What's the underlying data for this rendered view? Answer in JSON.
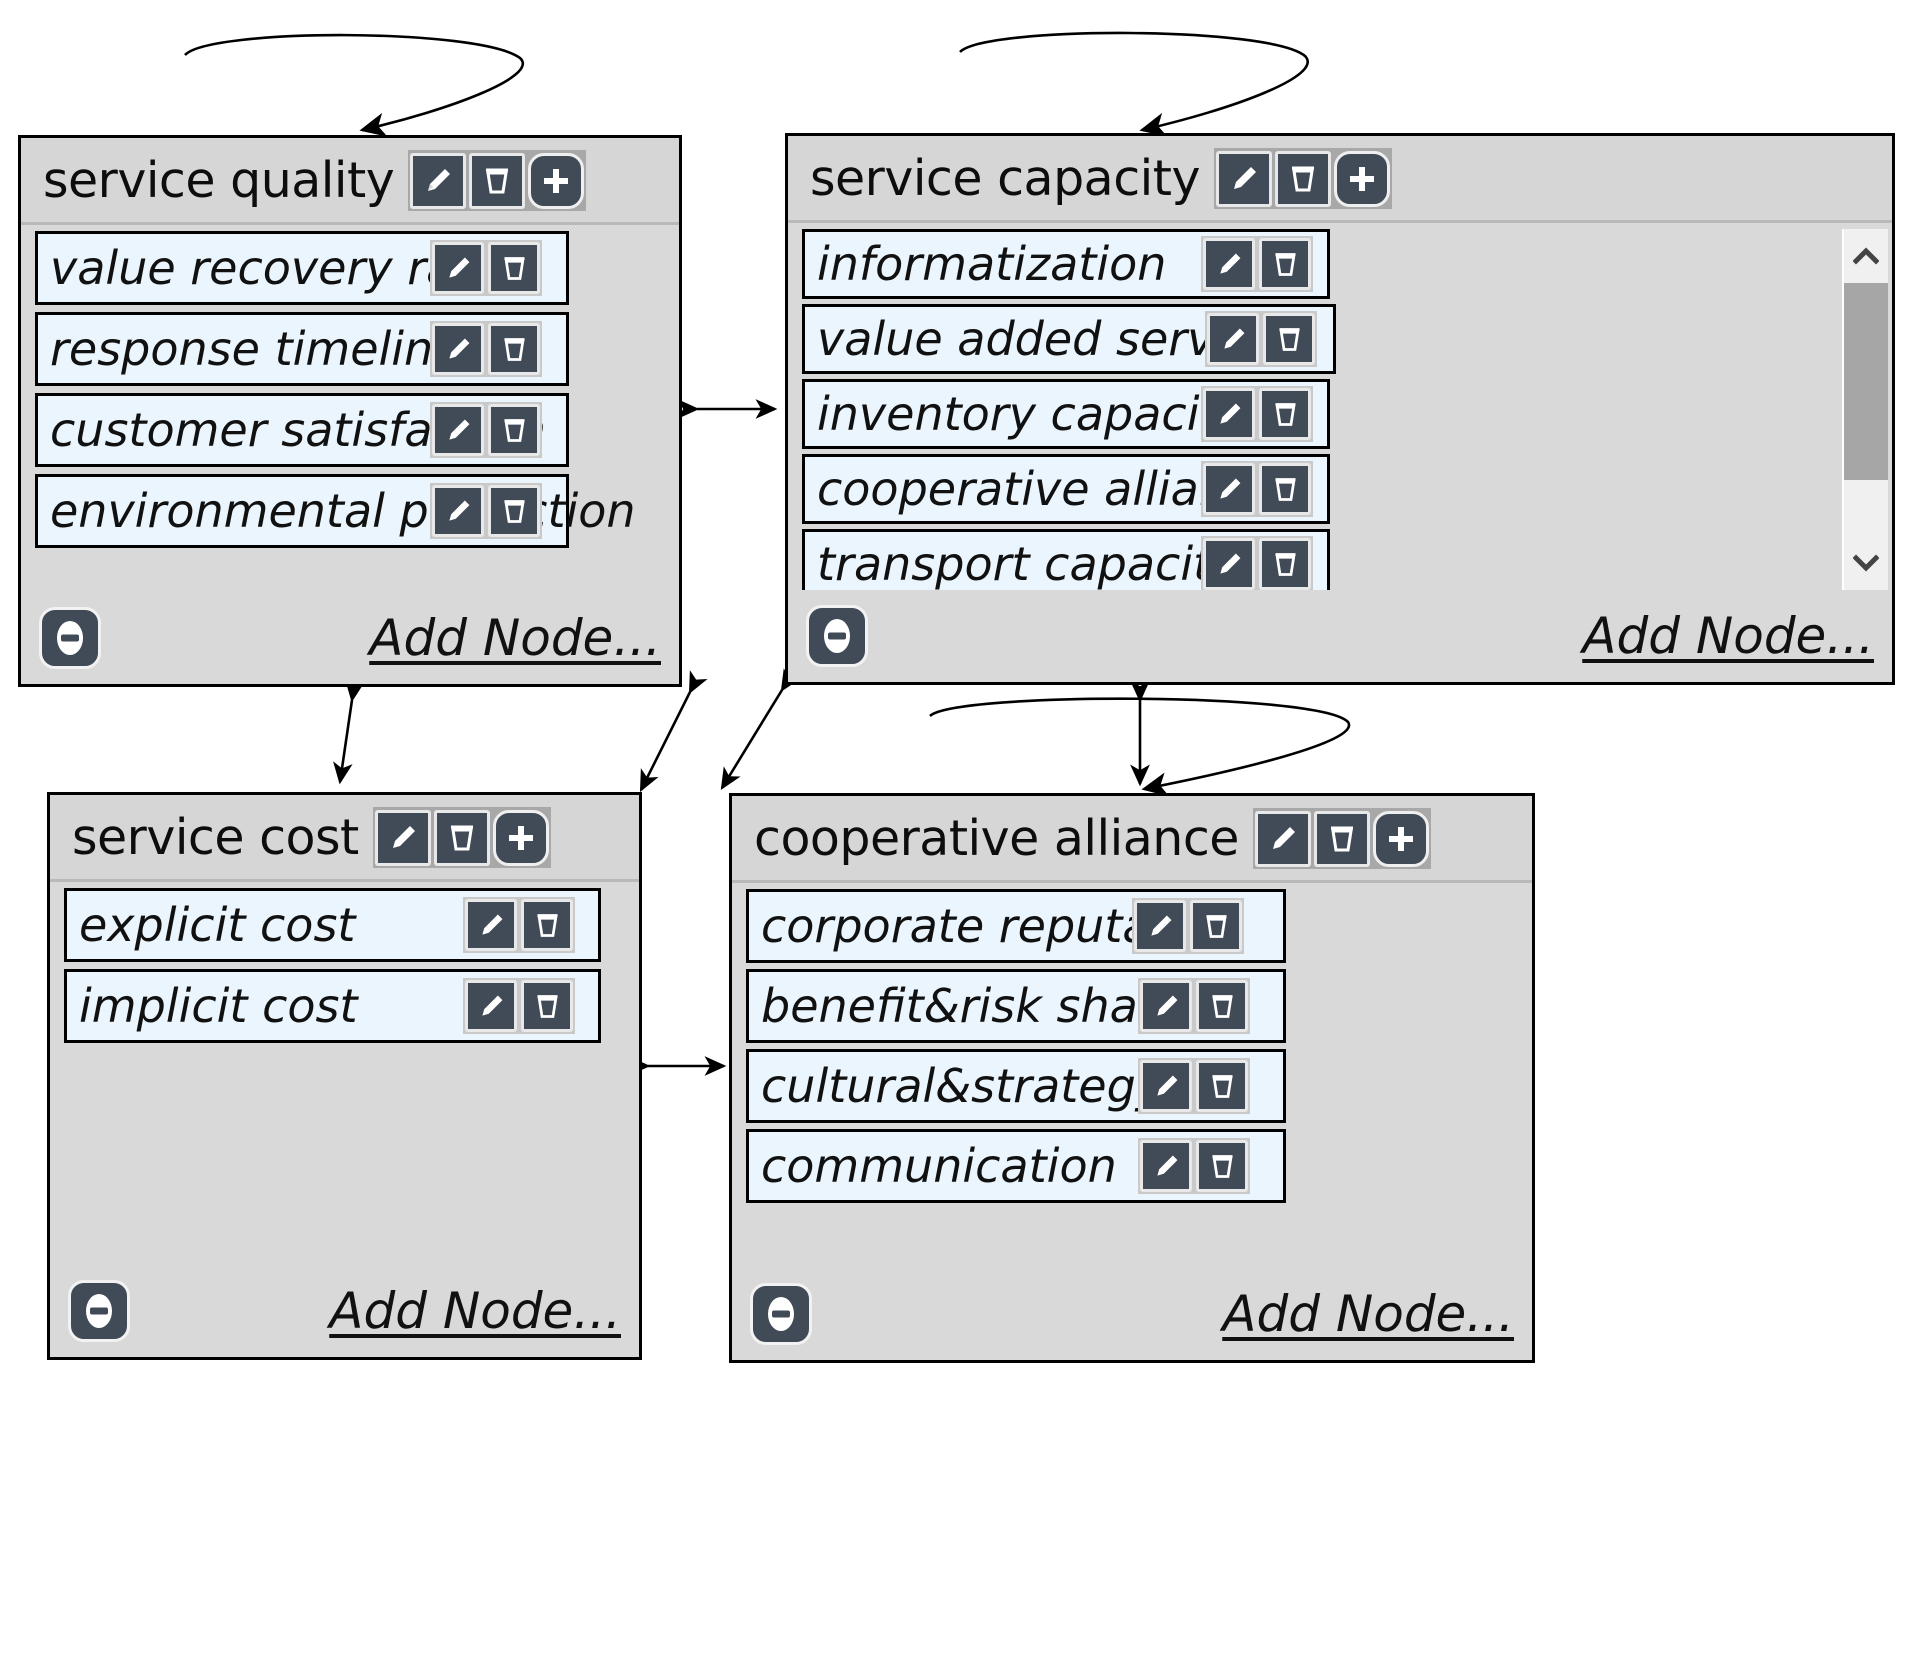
{
  "graph": {
    "nodes": [
      {
        "id": "service-quality",
        "title": "service quality",
        "header_buttons": [
          "edit-icon",
          "delete-icon",
          "add-icon"
        ],
        "collapse_label": "minus-icon",
        "add_node_label": "Add Node...",
        "has_scrollbar": false,
        "children": [
          {
            "label": "value recovery rate"
          },
          {
            "label": "response timeliness"
          },
          {
            "label": "customer satisfaction"
          },
          {
            "label": "environmental protection"
          }
        ]
      },
      {
        "id": "service-capacity",
        "title": "service capacity",
        "header_buttons": [
          "edit-icon",
          "delete-icon",
          "add-icon"
        ],
        "collapse_label": "minus-icon",
        "add_node_label": "Add Node...",
        "has_scrollbar": true,
        "children": [
          {
            "label": "informatization"
          },
          {
            "label": "value added service"
          },
          {
            "label": "inventory capacity"
          },
          {
            "label": "cooperative alliance"
          },
          {
            "label": "transport capacity"
          }
        ]
      },
      {
        "id": "service-cost",
        "title": "service cost",
        "header_buttons": [
          "edit-icon",
          "delete-icon",
          "add-icon"
        ],
        "collapse_label": "minus-icon",
        "add_node_label": "Add Node...",
        "has_scrollbar": false,
        "children": [
          {
            "label": "explicit cost"
          },
          {
            "label": "implicit cost"
          }
        ]
      },
      {
        "id": "cooperative-alliance",
        "title": "cooperative alliance",
        "header_buttons": [
          "edit-icon",
          "delete-icon",
          "add-icon"
        ],
        "collapse_label": "minus-icon",
        "add_node_label": "Add Node...",
        "has_scrollbar": false,
        "children": [
          {
            "label": "corporate reputation"
          },
          {
            "label": "benefit&risk sharing"
          },
          {
            "label": "cultural&strategy"
          },
          {
            "label": "communication"
          }
        ]
      }
    ]
  },
  "colors": {
    "node_background": "#d9d9d9",
    "node_border": "#000000",
    "row_background": "#eaf5fd",
    "button_fill": "#414a57",
    "scrollbar_thumb": "#a6a6a6",
    "header_background": "#d6d6d6"
  }
}
